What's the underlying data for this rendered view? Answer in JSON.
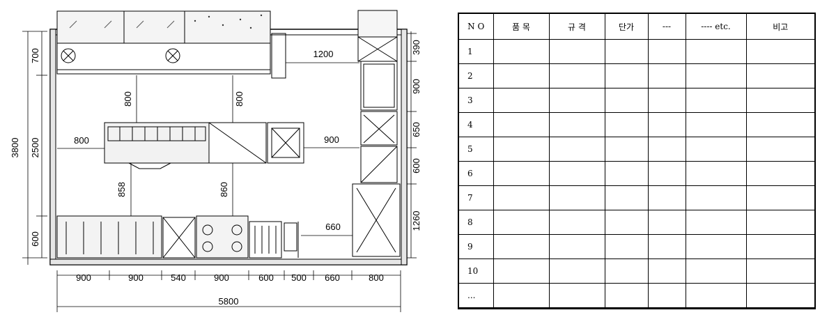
{
  "floor_plan": {
    "left_dims": [
      "3800",
      "2500",
      "700",
      "600"
    ],
    "internal_dims": [
      "800",
      "800",
      "800",
      "858",
      "860",
      "900",
      "1200",
      "660"
    ],
    "right_dims": [
      "390",
      "900",
      "650",
      "600",
      "1260"
    ],
    "bottom_dims": [
      "900",
      "900",
      "540",
      "900",
      "600",
      "500",
      "660",
      "800"
    ],
    "overall_width": "5800"
  },
  "schedule": {
    "headers": [
      "N O",
      "품 목",
      "규 격",
      "단가",
      "---",
      "---- etc.",
      "비고"
    ],
    "rows": [
      "1",
      "2",
      "3",
      "4",
      "5",
      "6",
      "7",
      "8",
      "9",
      "10",
      "..."
    ]
  }
}
